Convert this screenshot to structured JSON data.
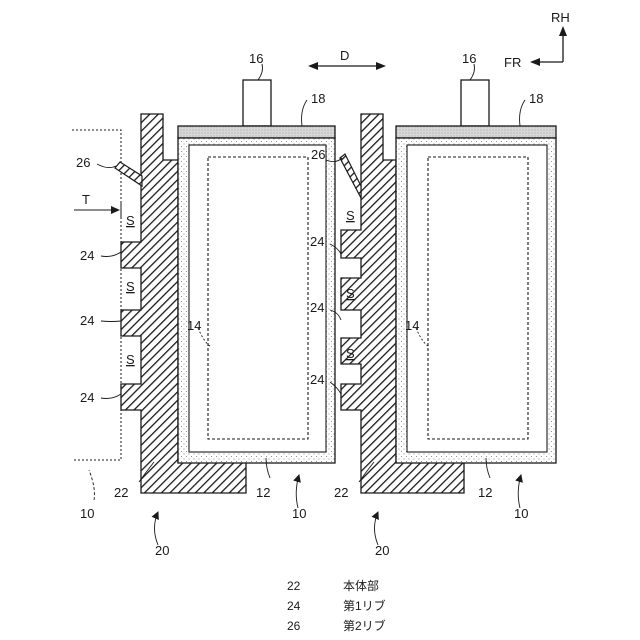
{
  "labels": {
    "n16": "16",
    "n18": "18",
    "n26": "26",
    "n24": "24",
    "n14": "14",
    "n12": "12",
    "n10": "10",
    "n22": "22",
    "n20": "20",
    "t": "T",
    "d": "D",
    "rh": "RH",
    "fr": "FR",
    "s": "S"
  },
  "legend": [
    {
      "num": "22",
      "text": "本体部"
    },
    {
      "num": "24",
      "text": "第1リブ"
    },
    {
      "num": "26",
      "text": "第2リブ"
    }
  ],
  "colors": {
    "line": "#1a1a1a",
    "fill": "#ffffff",
    "hatch": "#1a1a1a",
    "dots": "#7a7a7a"
  }
}
